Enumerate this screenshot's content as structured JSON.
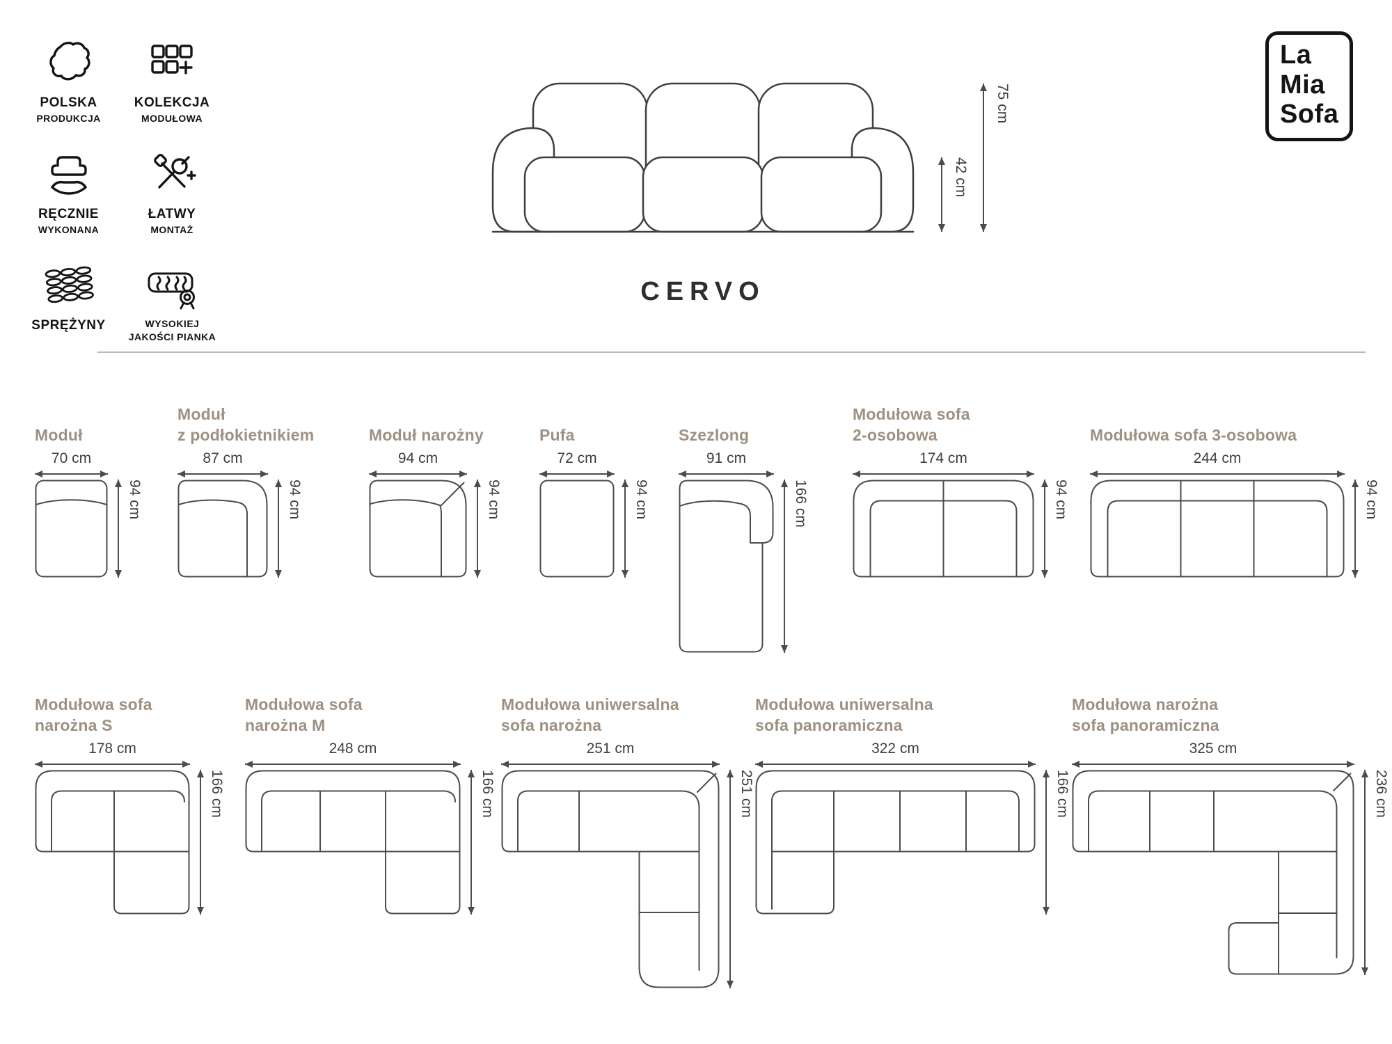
{
  "brand": {
    "logo_lines": [
      "La",
      "Mia",
      "Sofa"
    ]
  },
  "hero": {
    "title": "CERVO",
    "dim_seat": "42 cm",
    "dim_total": "75 cm"
  },
  "features": [
    {
      "icon": "poland-map-icon",
      "line1": "POLSKA",
      "line2": "PRODUKCJA"
    },
    {
      "icon": "modular-collection-icon",
      "line1": "KOLEKCJA",
      "line2": "MODUŁOWA"
    },
    {
      "icon": "handmade-icon",
      "line1": "RĘCZNIE",
      "line2": "WYKONANA"
    },
    {
      "icon": "easy-assembly-icon",
      "line1": "ŁATWY",
      "line2": "MONTAŻ"
    },
    {
      "icon": "springs-icon",
      "line1": "SPRĘŻYNY",
      "line2": ""
    },
    {
      "icon": "foam-quality-icon",
      "line1": "WYSOKIEJ",
      "line2": "JAKOŚCI PIANKA"
    }
  ],
  "modules": {
    "row1": [
      {
        "title": "Moduł",
        "width": "70 cm",
        "depth": "94 cm"
      },
      {
        "title": "Moduł\nz podłokietnikiem",
        "width": "87 cm",
        "depth": "94 cm"
      },
      {
        "title": "Moduł narożny",
        "width": "94 cm",
        "depth": "94 cm"
      },
      {
        "title": "Pufa",
        "width": "72 cm",
        "depth": "94 cm"
      },
      {
        "title": "Szezlong",
        "width": "91 cm",
        "depth": "166 cm"
      },
      {
        "title": "Modułowa sofa\n2-osobowa",
        "width": "174 cm",
        "depth": "94 cm"
      },
      {
        "title": "Modułowa sofa 3-osobowa",
        "width": "244 cm",
        "depth": "94 cm"
      }
    ],
    "row2": [
      {
        "title": "Modułowa sofa\nnarożna S",
        "width": "178 cm",
        "depth": "166 cm"
      },
      {
        "title": "Modułowa sofa\nnarożna M",
        "width": "248 cm",
        "depth": "166 cm"
      },
      {
        "title": "Modułowa uniwersalna\nsofa narożna",
        "width": "251 cm",
        "depth": "251 cm"
      },
      {
        "title": "Modułowa uniwersalna\nsofa panoramiczna",
        "width": "322 cm",
        "depth": "166 cm"
      },
      {
        "title": "Modułowa narożna\nsofa panoramiczna",
        "width": "325 cm",
        "depth": "236 cm"
      }
    ]
  },
  "colors": {
    "title_accent": "#9e9083",
    "line": "#4c4c4c",
    "text": "#3f3f3f"
  }
}
